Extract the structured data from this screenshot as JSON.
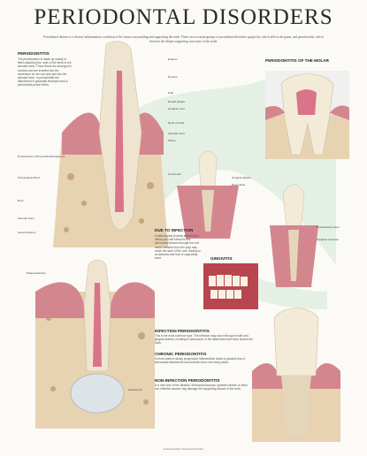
{
  "title": "PERIODONTAL DISORDERS",
  "intro": "Periodontal disease is a chronic inflammatory condition of the tissues surrounding and supporting the teeth. There are two main groups of periodontal disorders: gingivitis, which affects the gums, and periodontitis, which involves the deeper supporting structures of the tooth.",
  "sections": {
    "periodontitis": {
      "heading": "PERIODONTITIS",
      "text": "The periodontium is made up mainly of fibers attaching the roots of the teeth to the alveolar bone. These fibers are arranged in bundles and are inserted into the cementum on the root side and into the alveolar bone. In periodontitis the attachment is gradually destroyed and a periodontal pocket forms."
    },
    "molar": {
      "heading": "PERIODONTITIS OF THE MOLAR"
    },
    "infection": {
      "heading": "DUE TO INFECTION",
      "text": "A pathological process affecting the dental pulp will extend to the periodontal tissues through the root canal. Infection from the pulp may reach the apex of the root, leading to an abscess and loss of supporting bone."
    },
    "gingivitis": {
      "heading": "GINGIVITIS"
    },
    "infection_perio": {
      "heading": "INFECTION PERIODONTITIS",
      "text": "This is the most common type. The infection may occur through mouth and gingival tissues, resulting in destruction of the attachment and bone around the tooth."
    },
    "chronic": {
      "heading": "CHRONIC PERIODONTITIS",
      "text": "In most cases a slowly progressive inflammation leads to gradual loss of periodontal attachment and alveolar bone over many years."
    },
    "non_infection": {
      "heading": "NON-INFECTION PERIODONTITIS",
      "text": "Is a rare form of the disease. Mechanical trauma, systemic factors or other non-infective causes may damage the supporting tissues of the tooth."
    }
  },
  "labels": {
    "enamel": "Enamel",
    "dentine": "Dentine",
    "pulp": "Pulp",
    "dental_plaque": "Dental plaque",
    "gingival_crest": "Gingival crest",
    "neck_of_tooth": "Neck of tooth",
    "alveolar_crest": "Alveolar crest",
    "fibers": "Fibers",
    "periodontium": "Periodontium with periodontal ligament",
    "subgingival": "Sub-gingival fibers",
    "root": "Root",
    "cementum": "Cementum",
    "alveolar_bone": "Alveolar bone",
    "apical_foramen": "Apical foramen",
    "gingival_plaque": "Gingival plaque",
    "root_canal": "Root canal",
    "periodontal_pocket": "Periodontal pocket",
    "gingival_recession": "Gingival recession",
    "plaque_calculus": "Plaque/calculus",
    "granuloma": "Granuloma"
  },
  "footer": "Anatomical chart: Periodontal Disorders"
}
